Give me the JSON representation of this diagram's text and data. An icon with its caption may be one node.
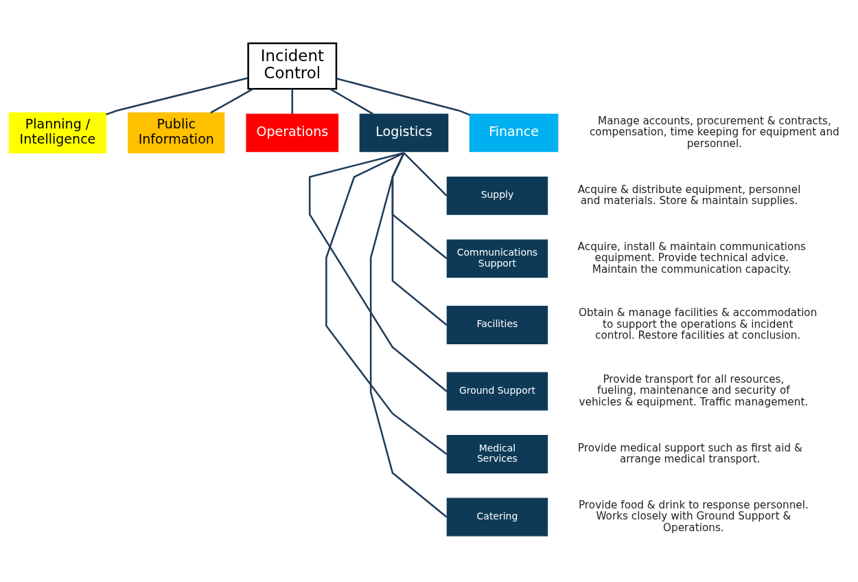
{
  "diagram": {
    "nodes": [
      {
        "text": [
          "Incident Control"
        ]
      },
      {
        "text": [
          "Planning / Intelligence"
        ]
      },
      {
        "text": [
          "Public Information"
        ]
      },
      {
        "text": [
          "Operations"
        ]
      },
      {
        "text": [
          "Logistics"
        ]
      },
      {
        "text": [
          "Finance"
        ],
        "beside": [
          "Manage accounts, procurement & contracts, compensation, time keeping for equipment and personnel."
        ]
      },
      {
        "text": [
          "Supply"
        ],
        "beside": [
          "Acquire & distribute equipment, personnel and materials. Store & maintain supplies."
        ]
      },
      {
        "text": [
          "Communications Support"
        ],
        "beside": [
          "Acquire, install & maintain communications equipment. Provide technical advice. Maintain the communication capacity."
        ]
      },
      {
        "text": [
          "Facilities"
        ],
        "beside": [
          "Obtain & manage facilities & accommodation to support the operations & incident control. Restore facilities at conclusion."
        ]
      },
      {
        "text": [
          "Ground Support"
        ],
        "beside": [
          "Provide transport for all resources, fueling, maintenance and security of vehicles & equipment. Traffic management."
        ]
      },
      {
        "text": [
          "Medical Services"
        ],
        "beside": [
          "Provide medical support such as first aid & arrange medical transport."
        ]
      },
      {
        "text": [
          "Catering"
        ],
        "beside": [
          "Provide food & drink to response personnel. Works closely with Ground Support & Operations."
        ]
      }
    ],
    "edges": [
      {
        "from": 0,
        "to": 1,
        "arrow": "none"
      },
      {
        "from": 0,
        "to": 2,
        "arrow": "none"
      },
      {
        "from": 0,
        "to": 3,
        "arrow": "none"
      },
      {
        "from": 0,
        "to": 4,
        "arrow": "none"
      },
      {
        "from": 0,
        "to": 5,
        "arrow": "none"
      },
      {
        "from": 4,
        "to": 6,
        "arrow": "none"
      },
      {
        "from": 4,
        "to": 7,
        "arrow": "none"
      },
      {
        "from": 4,
        "to": 8,
        "arrow": "none"
      },
      {
        "from": 4,
        "to": 9,
        "arrow": "none"
      },
      {
        "from": 4,
        "to": 10,
        "arrow": "none"
      },
      {
        "from": 4,
        "to": 11,
        "arrow": "none"
      }
    ]
  }
}
